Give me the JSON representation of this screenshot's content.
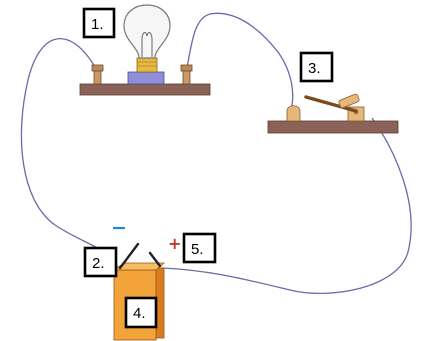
{
  "labels": {
    "bulb": "1.",
    "negative_terminal": "2.",
    "switch": "3.",
    "battery": "4.",
    "positive_terminal": "5."
  },
  "signs": {
    "negative": "−",
    "positive": "+"
  },
  "colors": {
    "board": "#8b6257",
    "wire": "#6a6aa8",
    "battery_body": "#f2a33a",
    "negative_sign": "#1f86c8",
    "positive_sign": "#c0392b",
    "bulb_base": "#e8b840",
    "bulb_pad": "#8e8fd6",
    "switch_wood": "#e5b87a"
  }
}
